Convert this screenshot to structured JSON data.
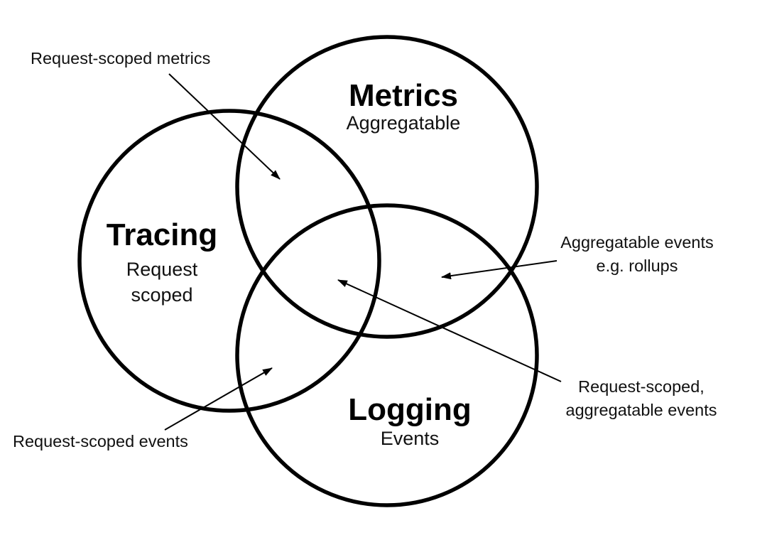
{
  "sets": {
    "metrics": {
      "title": "Metrics",
      "subtitle": "Aggregatable"
    },
    "tracing": {
      "title": "Tracing",
      "subtitle_line1": "Request",
      "subtitle_line2": "scoped"
    },
    "logging": {
      "title": "Logging",
      "subtitle": "Events"
    }
  },
  "annotations": {
    "tracing_metrics": {
      "text": "Request-scoped metrics"
    },
    "metrics_logging": {
      "line1": "Aggregatable events",
      "line2": "e.g. rollups"
    },
    "all_three": {
      "line1": "Request-scoped,",
      "line2": "aggregatable events"
    },
    "tracing_logging": {
      "text": "Request-scoped events"
    }
  }
}
